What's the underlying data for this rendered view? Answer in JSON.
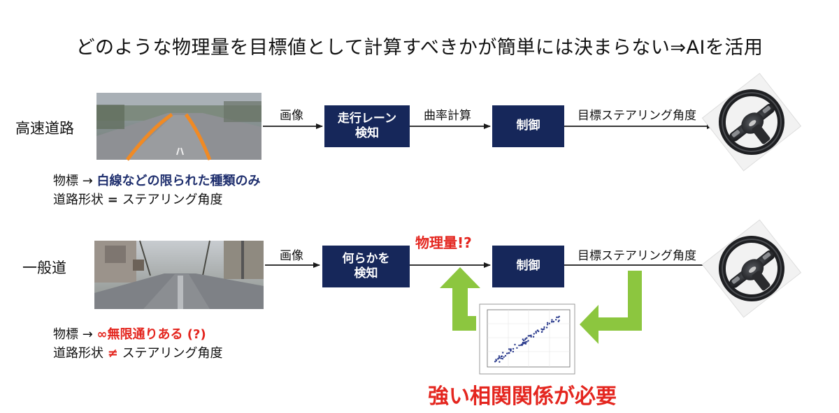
{
  "title": "どのような物理量を目標値として計算すべきかが簡単には決まらない⇒AIを活用",
  "row1": {
    "label": "高速道路",
    "flow_image": "画像",
    "box1": "走行レーン\n検知",
    "flow_mid": "曲率計算",
    "box2": "制御",
    "flow_out": "目標ステアリング角度",
    "note1_prefix": "物標 →",
    "note1_highlight": "白線などの限られた種類のみ",
    "note2_prefix": "道路形状",
    "note2_op": "=",
    "note2_suffix": "ステアリング角度"
  },
  "row2": {
    "label": "一般道",
    "flow_image": "画像",
    "box1": "何らかを\n検知",
    "flow_mid": "物理量!?",
    "box2": "制御",
    "flow_out": "目標ステアリング角度",
    "note1_prefix": "物標 →",
    "note1_highlight": "∞無限通りある (?)",
    "note2_prefix": "道路形状",
    "note2_op": "≠",
    "note2_suffix": "ステアリング角度"
  },
  "bottom_caption": "強い相関関係が必要",
  "colors": {
    "box": "#16275a",
    "accent_red": "#e4261f",
    "navy_text": "#1f2f6e",
    "green_arrow": "#8cc63f",
    "lane_orange": "#f08a24"
  },
  "icons": [
    "steering-wheel-icon",
    "scatter-plot-icon",
    "road-photo-icon"
  ]
}
